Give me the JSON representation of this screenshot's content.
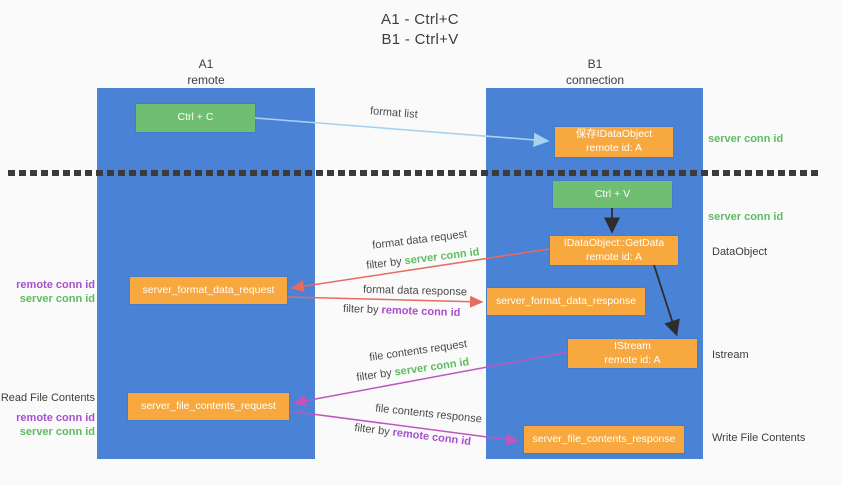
{
  "title": {
    "line1": "A1 - Ctrl+C",
    "line2": "B1 - Ctrl+V"
  },
  "lanes": [
    {
      "name": "A1",
      "subtitle": "remote"
    },
    {
      "name": "B1",
      "subtitle": "connection"
    }
  ],
  "nodes": {
    "ctrl_c": {
      "label": "Ctrl + C"
    },
    "save_dataobject": {
      "line1": "保存IDataObject",
      "line2": "remote id: A"
    },
    "ctrl_v": {
      "label": "Ctrl + V"
    },
    "getdata": {
      "line1": "IDataObject::GetData",
      "line2": "remote id: A"
    },
    "format_request": {
      "label": "server_format_data_request"
    },
    "format_response": {
      "label": "server_format_data_response"
    },
    "istream": {
      "line1": "IStream",
      "line2": "remote id: A"
    },
    "file_request": {
      "label": "server_file_contents_request"
    },
    "file_response": {
      "label": "server_file_contents_response"
    }
  },
  "flow_labels": {
    "format_list": "format list",
    "format_data_request": "format data request",
    "format_data_response": "format data response",
    "file_contents_request": "file contents request",
    "file_contents_response": "file contents response",
    "filter_prefix": "filter by ",
    "server_conn_id": "server conn id",
    "remote_conn_id": "remote conn id"
  },
  "side_labels": {
    "right_server_top": "server conn id",
    "right_server_mid": "server conn id",
    "dataobject": "DataObject",
    "istream": "Istream",
    "write_file_contents": "Write File Contents",
    "left_remote_1": "remote conn id",
    "left_server_1": "server conn id",
    "read_file_contents": "Read File Contents",
    "left_remote_2": "remote conn id",
    "left_server_2": "server conn id"
  },
  "colors": {
    "lane_blue": "#4a82d5",
    "box_green": "#6fbe72",
    "box_orange": "#f7a83e",
    "arrow_light_blue": "#a7d3f0",
    "arrow_red": "#e96a5e",
    "arrow_magenta": "#bf55bf",
    "arrow_black": "#2d2d2d",
    "label_green": "#5cbd60",
    "label_purple": "#a74fd0",
    "text_dark": "#3d3d3d"
  }
}
